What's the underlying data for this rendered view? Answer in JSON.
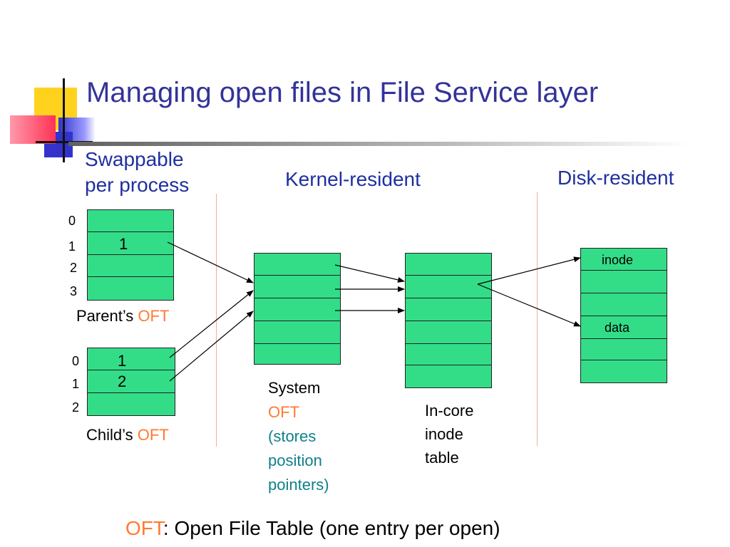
{
  "title": "Managing open files in File Service layer",
  "headers": {
    "swappable_line1": "Swappable",
    "swappable_line2": "per process",
    "kernel": "Kernel-resident",
    "disk": "Disk-resident"
  },
  "parent": {
    "indices": [
      "0",
      "1",
      "2",
      "3"
    ],
    "entry": "1",
    "label_prefix": "Parent’s ",
    "label_oft": "OFT"
  },
  "child": {
    "indices": [
      "0",
      "1",
      "2"
    ],
    "entries": [
      "1",
      "2"
    ],
    "label_prefix": "Child’s ",
    "label_oft": "OFT"
  },
  "system_oft": {
    "line1": "System",
    "line2": "OFT",
    "line3": "(stores",
    "line4": "position",
    "line5": "pointers)"
  },
  "inode_table": {
    "line1": "In-core",
    "line2": "inode",
    "line3": "table"
  },
  "disk": {
    "inode": "inode",
    "data": "data"
  },
  "footer": {
    "oft": "OFT",
    "rest": ": Open File Table (one entry per open)"
  },
  "colors": {
    "title": "#333399",
    "table_fill": "#33dd88",
    "accent_orange": "#ff7a33",
    "accent_teal": "#10808a"
  }
}
